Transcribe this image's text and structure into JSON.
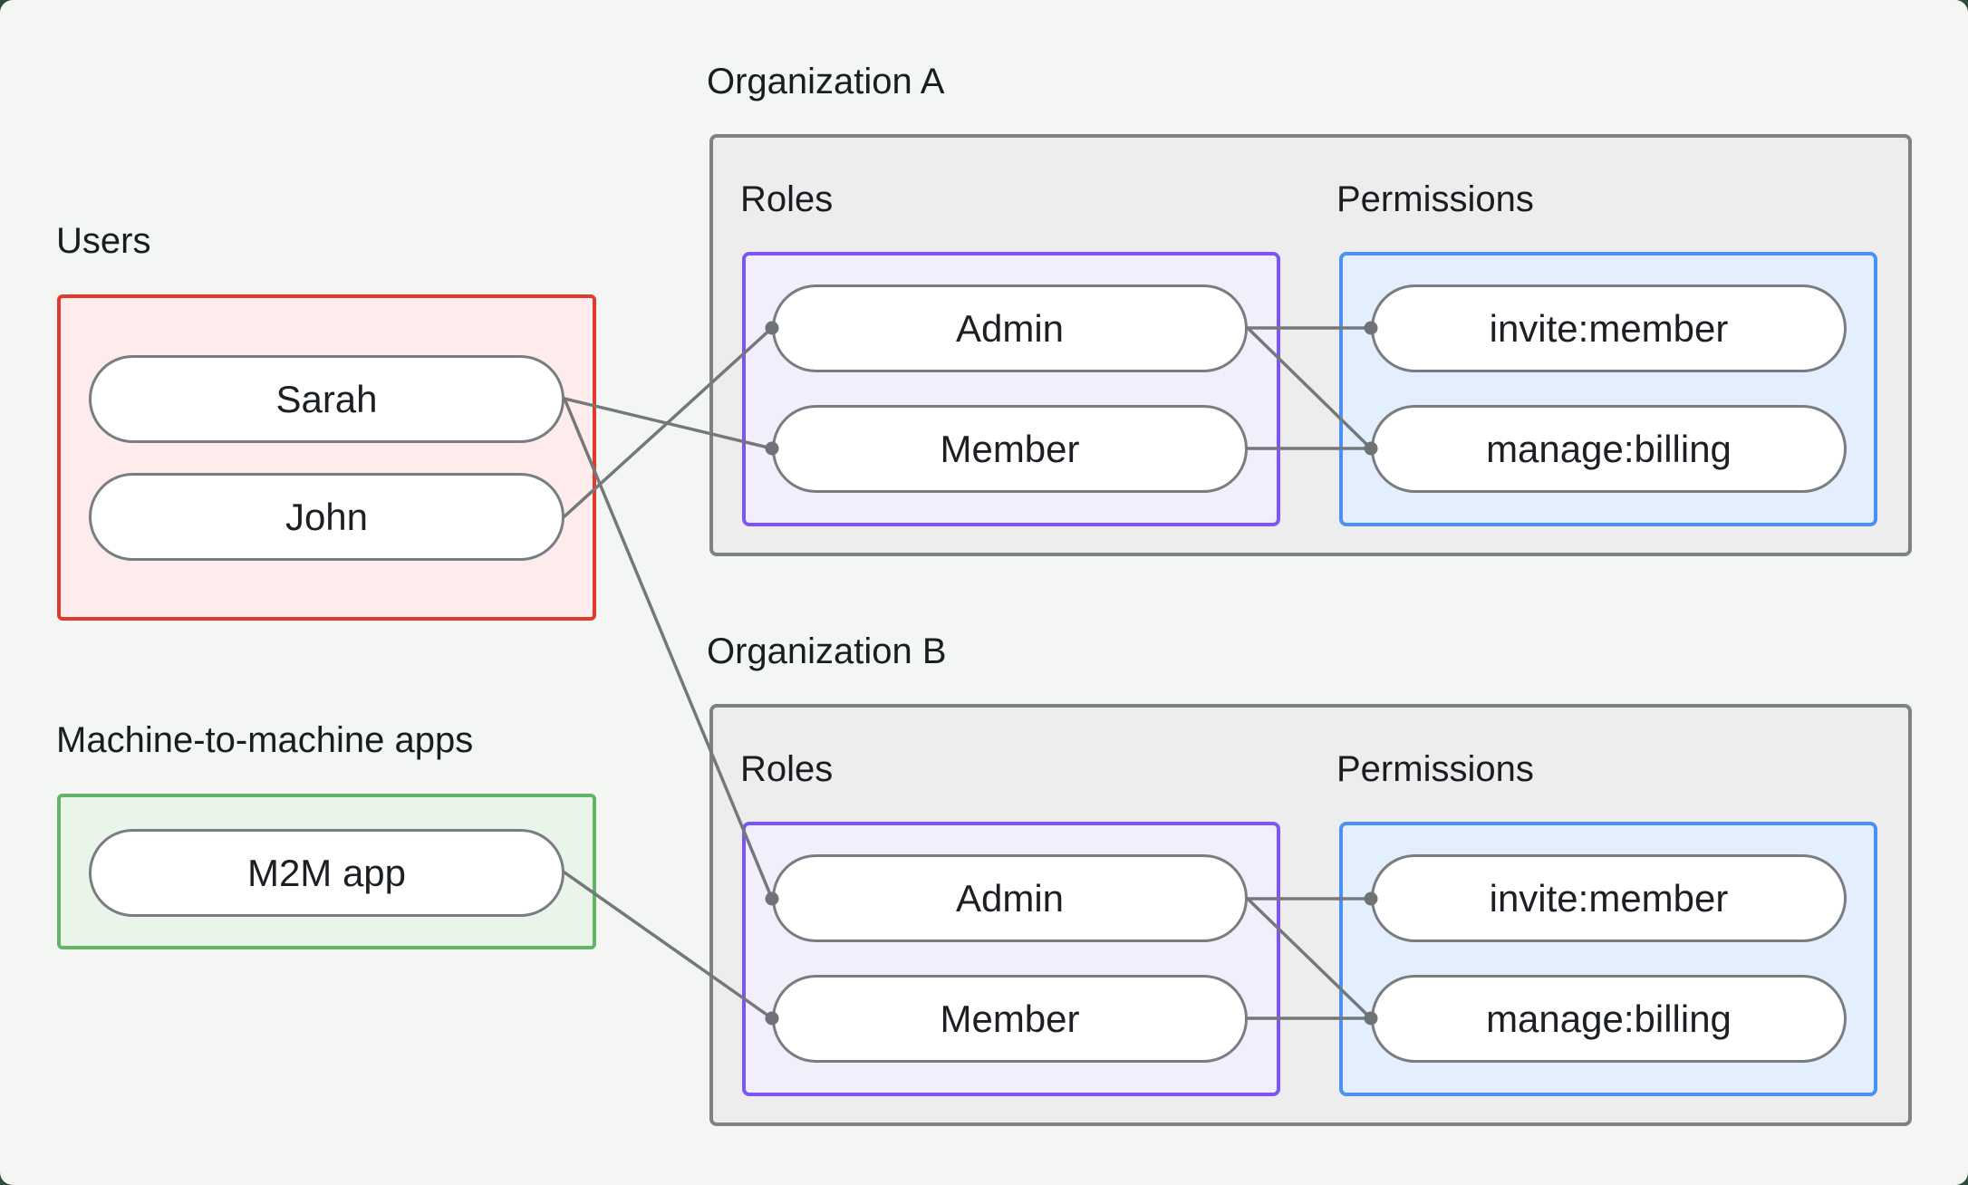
{
  "users": {
    "label": "Users",
    "items": [
      "Sarah",
      "John"
    ]
  },
  "m2m": {
    "label": "Machine-to-machine apps",
    "items": [
      "M2M app"
    ]
  },
  "orgs": [
    {
      "label": "Organization A",
      "roles_label": "Roles",
      "permissions_label": "Permissions",
      "roles": [
        "Admin",
        "Member"
      ],
      "permissions": [
        "invite:member",
        "manage:billing"
      ]
    },
    {
      "label": "Organization B",
      "roles_label": "Roles",
      "permissions_label": "Permissions",
      "roles": [
        "Admin",
        "Member"
      ],
      "permissions": [
        "invite:member",
        "manage:billing"
      ]
    }
  ],
  "connections": [
    {
      "from": "Sarah",
      "to": "Organization A / Member"
    },
    {
      "from": "John",
      "to": "Organization A / Admin"
    },
    {
      "from": "Sarah",
      "to": "Organization B / Admin"
    },
    {
      "from": "M2M app",
      "to": "Organization B / Member"
    },
    {
      "from": "Organization A / Admin",
      "to": "Organization A / invite:member"
    },
    {
      "from": "Organization A / Admin",
      "to": "Organization A / manage:billing"
    },
    {
      "from": "Organization A / Member",
      "to": "Organization A / manage:billing"
    },
    {
      "from": "Organization B / Admin",
      "to": "Organization B / invite:member"
    },
    {
      "from": "Organization B / Admin",
      "to": "Organization B / manage:billing"
    },
    {
      "from": "Organization B / Member",
      "to": "Organization B / manage:billing"
    }
  ],
  "colors": {
    "canvas_bg": "#f4f6f4",
    "outer_bg": "#2e4d38",
    "users_border": "#e03a2f",
    "users_bg": "#fdeceb",
    "m2m_border": "#63b467",
    "m2m_bg": "#eaf5ea",
    "org_border": "#7e8285",
    "org_bg": "#ededee",
    "roles_border": "#7b55f6",
    "roles_bg": "#f3eefc",
    "permissions_border": "#4a90f6",
    "permissions_bg": "#e3effc",
    "pill_border": "#797d81",
    "connector": "#75787b",
    "text": "#1c2024"
  }
}
